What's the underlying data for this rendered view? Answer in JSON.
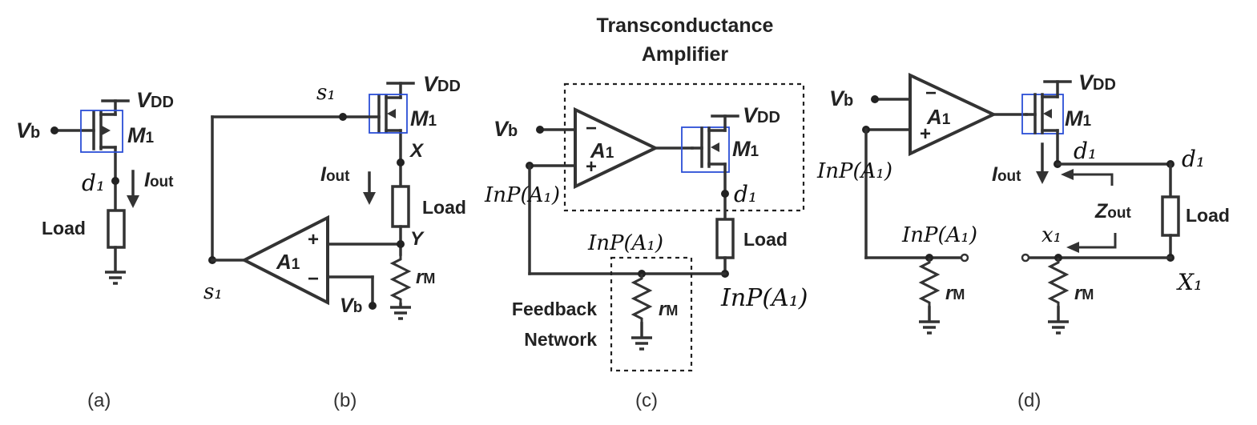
{
  "captions": {
    "a": "(a)",
    "b": "(b)",
    "c": "(c)",
    "d": "(d)"
  },
  "labels": {
    "vdd_v": "V",
    "vdd_sub": "DD",
    "vb_v": "V",
    "vb_sub": "b",
    "m1_m": "M",
    "m1_sub": "1",
    "a1_a": "A",
    "a1_sub": "1",
    "iout_i": "I",
    "iout_sub": "out",
    "zout_z": "Z",
    "zout_sub": "out",
    "rm_r": "r",
    "rm_sub": "M",
    "load": "Load",
    "x": "X",
    "y": "Y",
    "plus": "+",
    "minus": "−",
    "transconductance": "Transconductance",
    "amplifier": "Amplifier",
    "feedback": "Feedback",
    "network": "Network"
  },
  "handwritten": {
    "d1": "d₁",
    "s1": "s₁",
    "inp_a1": "InP(A₁)",
    "x1": "x₁",
    "x1_cap": "X₁"
  },
  "colors": {
    "ink": "#222222",
    "highlight_box": "#2b4fd6"
  }
}
